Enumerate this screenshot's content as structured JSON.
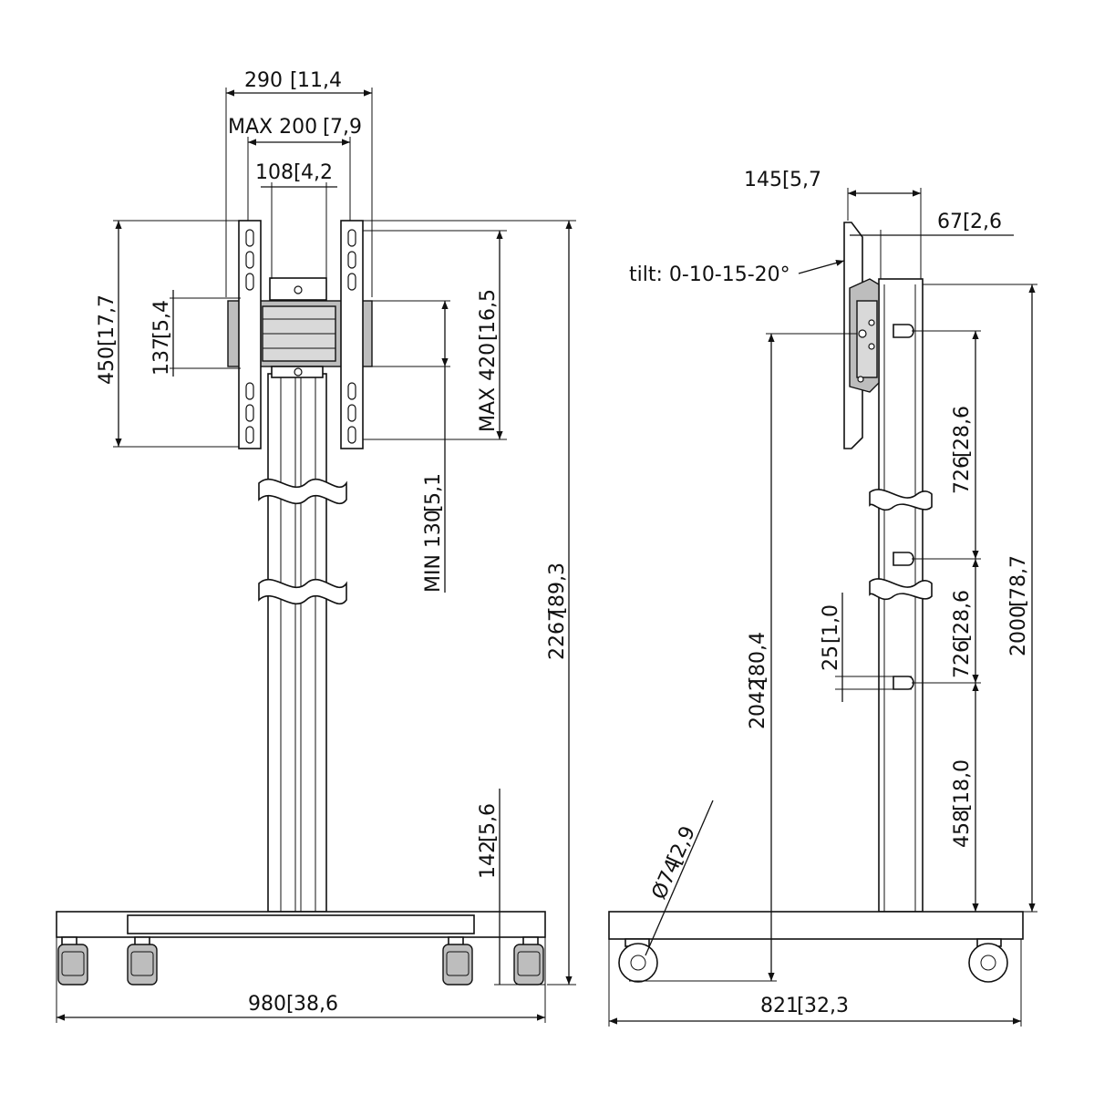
{
  "front_view": {
    "width_290": "290",
    "width_290_in": "11,4",
    "max_200": "MAX 200",
    "max_200_in": "7,9",
    "dim_108": "108",
    "dim_108_in": "4,2",
    "height_450": "450",
    "height_450_in": "17,7",
    "dim_137": "137",
    "dim_137_in": "5,4",
    "max_420": "MAX 420",
    "max_420_in": "16,5",
    "min_130": "MIN 130",
    "min_130_in": "5,1",
    "height_2267": "2267",
    "height_2267_in": "89,3",
    "dim_142": "142",
    "dim_142_in": "5,6",
    "width_980": "980",
    "width_980_in": "38,6"
  },
  "side_view": {
    "dim_145": "145",
    "dim_145_in": "5,7",
    "dim_67": "67",
    "dim_67_in": "2,6",
    "tilt": "tilt: 0-10-15-20°",
    "dim_726_top": "726",
    "dim_726_top_in": "28,6",
    "dim_726_mid": "726",
    "dim_726_mid_in": "28,6",
    "dim_25": "25",
    "dim_25_in": "1,0",
    "dim_458": "458",
    "dim_458_in": "18,0",
    "height_2000": "2000",
    "height_2000_in": "78,7",
    "height_2042": "2042",
    "height_2042_in": "80,4",
    "wheel_dia": "Ø74",
    "wheel_dia_in": "2,9",
    "width_821": "821",
    "width_821_in": "32,3"
  }
}
